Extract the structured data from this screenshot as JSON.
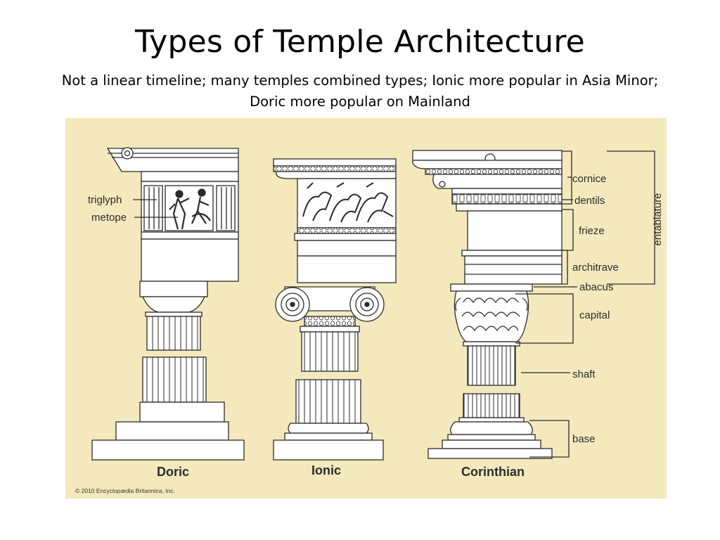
{
  "slide": {
    "title": "Types of Temple Architecture",
    "subtitle": "Not a linear timeline; many temples combined types; Ionic more popular  in Asia Minor; Doric more popular on Mainland"
  },
  "diagram": {
    "orders": [
      "Doric",
      "Ionic",
      "Corinthian"
    ],
    "doric_labels": [
      "triglyph",
      "metope"
    ],
    "part_labels": [
      "cornice",
      "dentils",
      "frieze",
      "architrave",
      "abacus",
      "capital",
      "shaft",
      "base"
    ],
    "group_label": "entablature",
    "copyright": "© 2010 Encyclopædia Britannica, Inc.",
    "colors": {
      "panel": "#f4e9bd",
      "line": "#2b2b2b"
    }
  }
}
